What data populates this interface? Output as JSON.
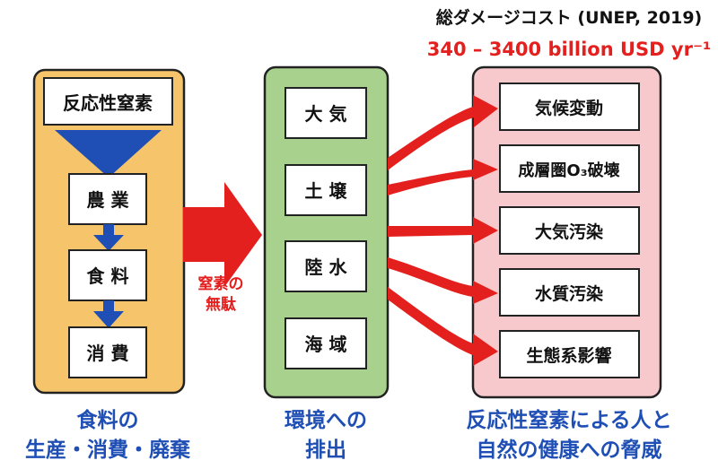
{
  "source_box": {
    "top": "反応性窒素",
    "steps": [
      "農 業",
      "食 料",
      "消 費"
    ]
  },
  "transfer_label": {
    "line1": "窒素の",
    "line2": "無駄"
  },
  "environment_box": {
    "items": [
      "大 気",
      "土 壌",
      "陸 水",
      "海 域"
    ]
  },
  "impact_box": {
    "items": [
      "気候変動",
      "成層圏O₃破壊",
      "大気汚染",
      "水質汚染",
      "生態系影響"
    ]
  },
  "damage_cost": {
    "title": "総ダメージコスト (UNEP, 2019)",
    "value": "340 – 3400 billion USD yr⁻¹"
  },
  "captions": {
    "left": {
      "line1": "食料の",
      "line2": "生産・消費・廃棄"
    },
    "middle": {
      "line1": "環境への",
      "line2": "排出"
    },
    "right": {
      "line1": "反応性窒素による人と",
      "line2": "自然の健康への脅威"
    }
  },
  "colors": {
    "orange_fill": "#f6c46a",
    "green_fill": "#a9d18e",
    "pink_fill": "#f8c9cc",
    "blue_arrow": "#1f4fb5",
    "red_arrow": "#e4201f",
    "caption_blue": "#1f4fb5"
  }
}
